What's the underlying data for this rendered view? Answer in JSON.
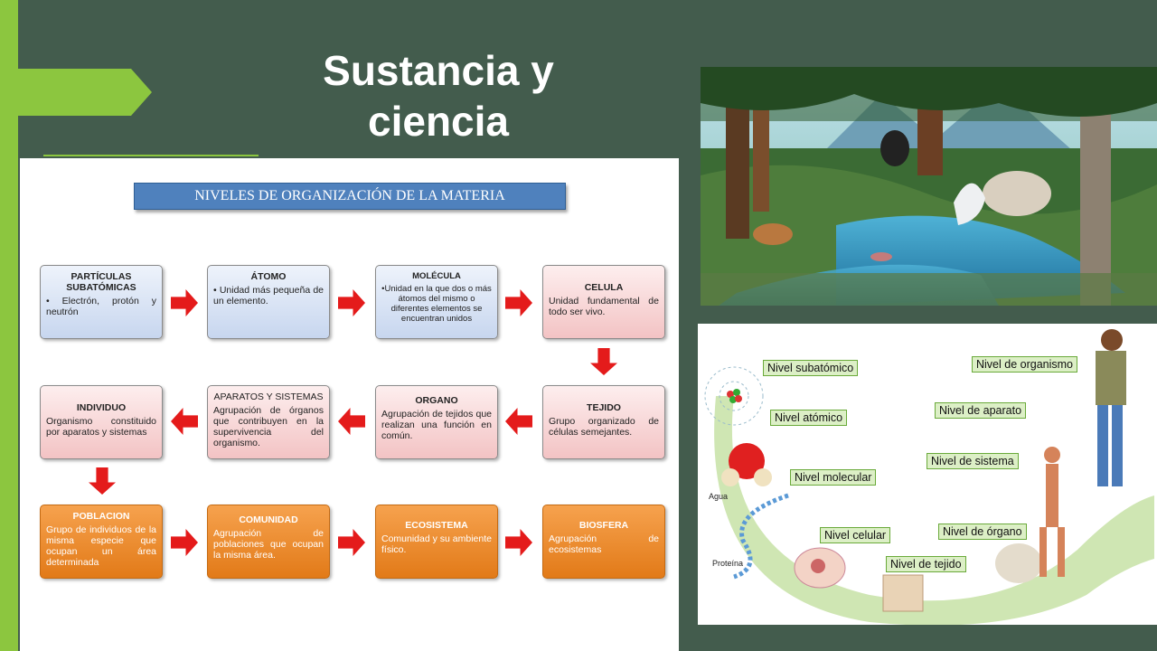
{
  "slide": {
    "title": "Sustancia y ciencia",
    "colors": {
      "background": "#435c4d",
      "accent": "#8cc63f"
    }
  },
  "diagram": {
    "heading": "NIVELES DE ORGANIZACIÓN DE LA MATERIA",
    "boxes": [
      {
        "title": "PARTÍCULAS SUBATÓMICAS",
        "text": "• Electrón, protón y neutrón",
        "color": "blue"
      },
      {
        "title": "ÁTOMO",
        "text": "• Unidad más pequeña de un elemento.",
        "color": "blue"
      },
      {
        "title": "MOLÉCULA",
        "text": "•Unidad en la que dos o más átomos del mismo o diferentes elementos se encuentran unidos",
        "color": "blue"
      },
      {
        "title": "CELULA",
        "text": "Unidad fundamental de todo ser vivo.",
        "color": "pink"
      },
      {
        "title": "TEJIDO",
        "text": "Grupo organizado de células semejantes.",
        "color": "pink"
      },
      {
        "title": "ORGANO",
        "text": "Agrupación de tejidos que realizan una función en común.",
        "color": "pink"
      },
      {
        "title": "APARATOS Y SISTEMAS",
        "text": "Agrupación de órganos que contribuyen en la supervivencia del organismo.",
        "color": "pink"
      },
      {
        "title": "INDIVIDUO",
        "text": "Organismo constituido por aparatos y sistemas",
        "color": "pink"
      },
      {
        "title": "POBLACION",
        "text": "Grupo de individuos de la misma especie que ocupan un área determinada",
        "color": "orange"
      },
      {
        "title": "COMUNIDAD",
        "text": "Agrupación de poblaciones que ocupan la misma área.",
        "color": "orange"
      },
      {
        "title": "ECOSISTEMA",
        "text": "Comunidad y su ambiente físico.",
        "color": "orange"
      },
      {
        "title": "BIOSFERA",
        "text": "Agrupación de ecosistemas",
        "color": "orange"
      }
    ]
  },
  "levels_image": {
    "labels": {
      "subatomico": "Nivel subatómico",
      "atomico": "Nivel atómico",
      "molecular": "Nivel molecular",
      "celular": "Nivel celular",
      "tejido": "Nivel de tejido",
      "organo": "Nivel de órgano",
      "sistema": "Nivel de sistema",
      "aparato": "Nivel de aparato",
      "organismo": "Nivel de organismo"
    },
    "captions": {
      "agua": "Agua",
      "proteina": "Proteína"
    }
  }
}
